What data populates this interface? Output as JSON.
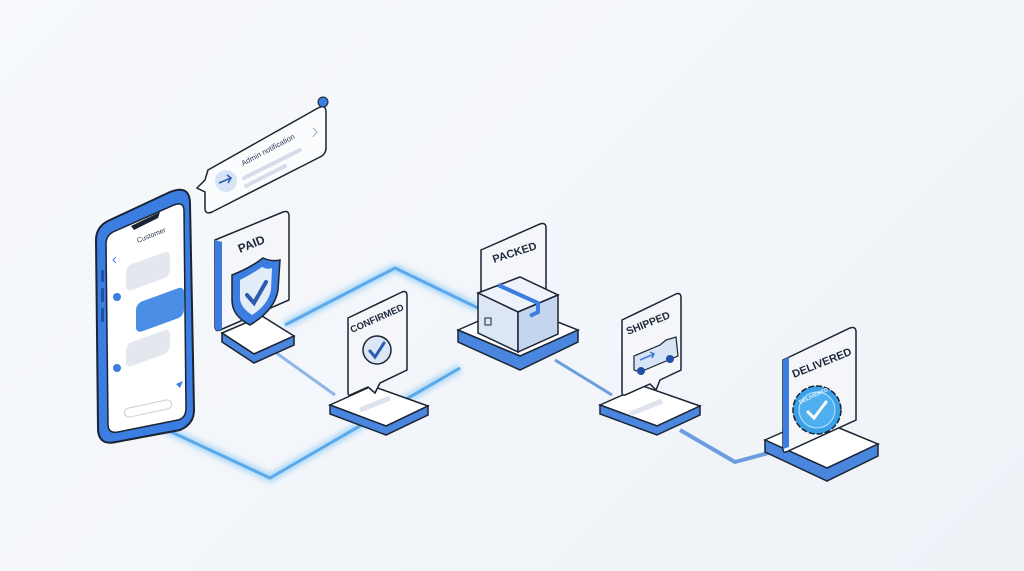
{
  "colors": {
    "accent": "#3b7de0",
    "dark_blue": "#1f4fa6",
    "line_glow": "#7cc0f0",
    "outline": "#1b2433",
    "card": "#f4f6f9",
    "badge": "#3aa0e8"
  },
  "notification": {
    "title": "Admin notification",
    "icon": "arrow-right-icon"
  },
  "phone": {
    "header": "Customer"
  },
  "stages": [
    {
      "label": "PAID",
      "icon": "shield-check-icon"
    },
    {
      "label": "CONFIRMED",
      "icon": "check-circle-icon"
    },
    {
      "label": "PACKED",
      "icon": "package-box-icon"
    },
    {
      "label": "SHIPPED",
      "icon": "delivery-van-icon"
    },
    {
      "label": "DELIVERED",
      "icon": "badge-check-icon",
      "badge_text": "DELIVERED"
    }
  ]
}
